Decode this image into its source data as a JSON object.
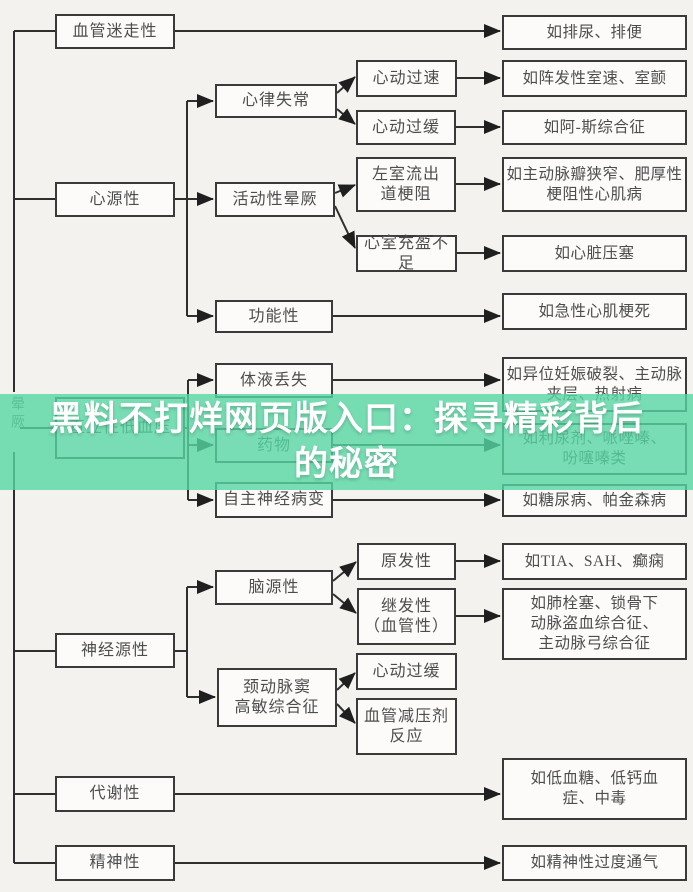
{
  "banner": {
    "line1": "黑料不打烊网页版入口：探寻精彩背后",
    "line2": "的秘密",
    "color": "#56d6a2",
    "text_color": "#ffffff"
  },
  "root": {
    "label": "晕厥"
  },
  "nodes": {
    "vasovagal": "血管迷走性",
    "cardiac": "心源性",
    "orthostatic": "直立性低血压",
    "neurogenic": "神经源性",
    "metabolic": "代谢性",
    "psychogenic": "精神性",
    "arrhythmia": "心律失常",
    "exertional": "活动性晕厥",
    "functional": "功能性",
    "fluid_loss": "体液丢失",
    "drugs": "药物",
    "autonomic": "自主神经病变",
    "cerebral": "脑源性",
    "carotid_sinus": "颈动脉窦\n高敏综合征",
    "tachycardia": "心动过速",
    "bradycardia": "心动过缓",
    "lvot_obstruction": "左室流出\n道梗阻",
    "filling_deficit": "心室充盈不足",
    "primary": "原发性",
    "secondary": "继发性\n（血管性）",
    "bradycardia2": "心动过缓",
    "vasodepressor": "血管减压剂\n反应",
    "ex_vasovagal": "如排尿、排便",
    "ex_tachycardia": "如阵发性室速、室颤",
    "ex_bradycardia": "如阿-斯综合征",
    "ex_lvot": "如主动脉瓣狭窄、肥厚性\n梗阻性心肌病",
    "ex_filling": "如心脏压塞",
    "ex_functional": "如急性心肌梗死",
    "ex_fluid_loss": "如异位妊娠破裂、主动脉\n夹层、热射病",
    "ex_drugs": "如利尿剂、哌唑嗪、\n吩噻嗪类",
    "ex_autonomic": "如糖尿病、帕金森病",
    "ex_primary": "如TIA、SAH、癫痫",
    "ex_secondary": "如肺栓塞、锁骨下\n动脉盗血综合征、\n主动脉弓综合征",
    "ex_metabolic": "如低血糖、低钙血\n症、中毒",
    "ex_psychogenic": "如精神性过度通气"
  }
}
